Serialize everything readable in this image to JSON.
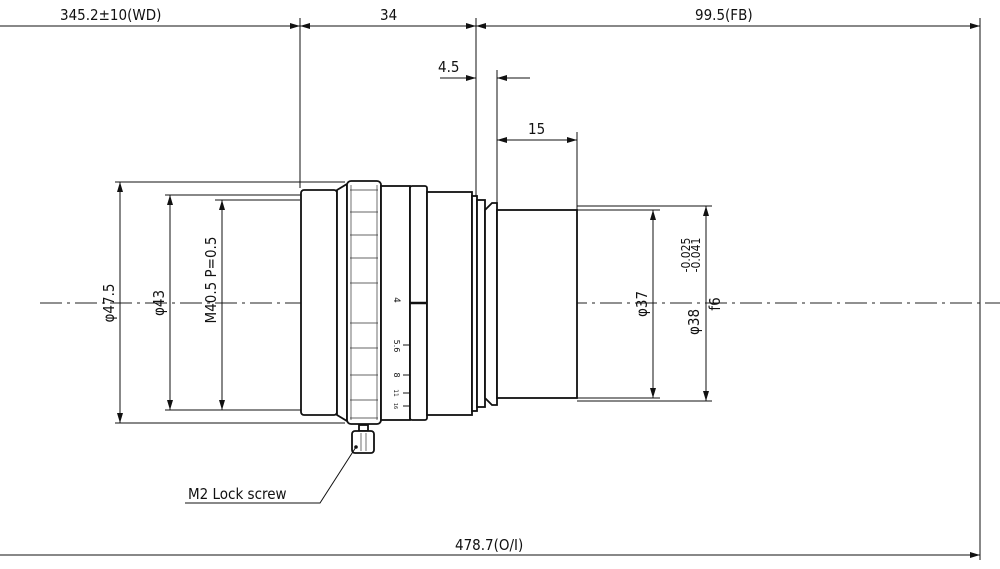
{
  "dimensions": {
    "working_distance": "345.2±10(WD)",
    "lens_length": "34",
    "flange_back": "99.5(FB)",
    "step": "4.5",
    "mount_length": "15",
    "overall": "478.7(O/I)",
    "outer_diameter": "φ47.5",
    "ring_diameter": "φ43",
    "filter_thread": "M40.5 P=0.5",
    "mount_diameter": "φ37",
    "fit_diameter": "φ38",
    "tolerance_upper": "-0.025",
    "tolerance_lower": "-0.041",
    "fit_class": "f6"
  },
  "aperture_scale": [
    "4",
    "5.6",
    "8",
    "11",
    "16"
  ],
  "callouts": {
    "lock_screw": "M2 Lock screw"
  }
}
